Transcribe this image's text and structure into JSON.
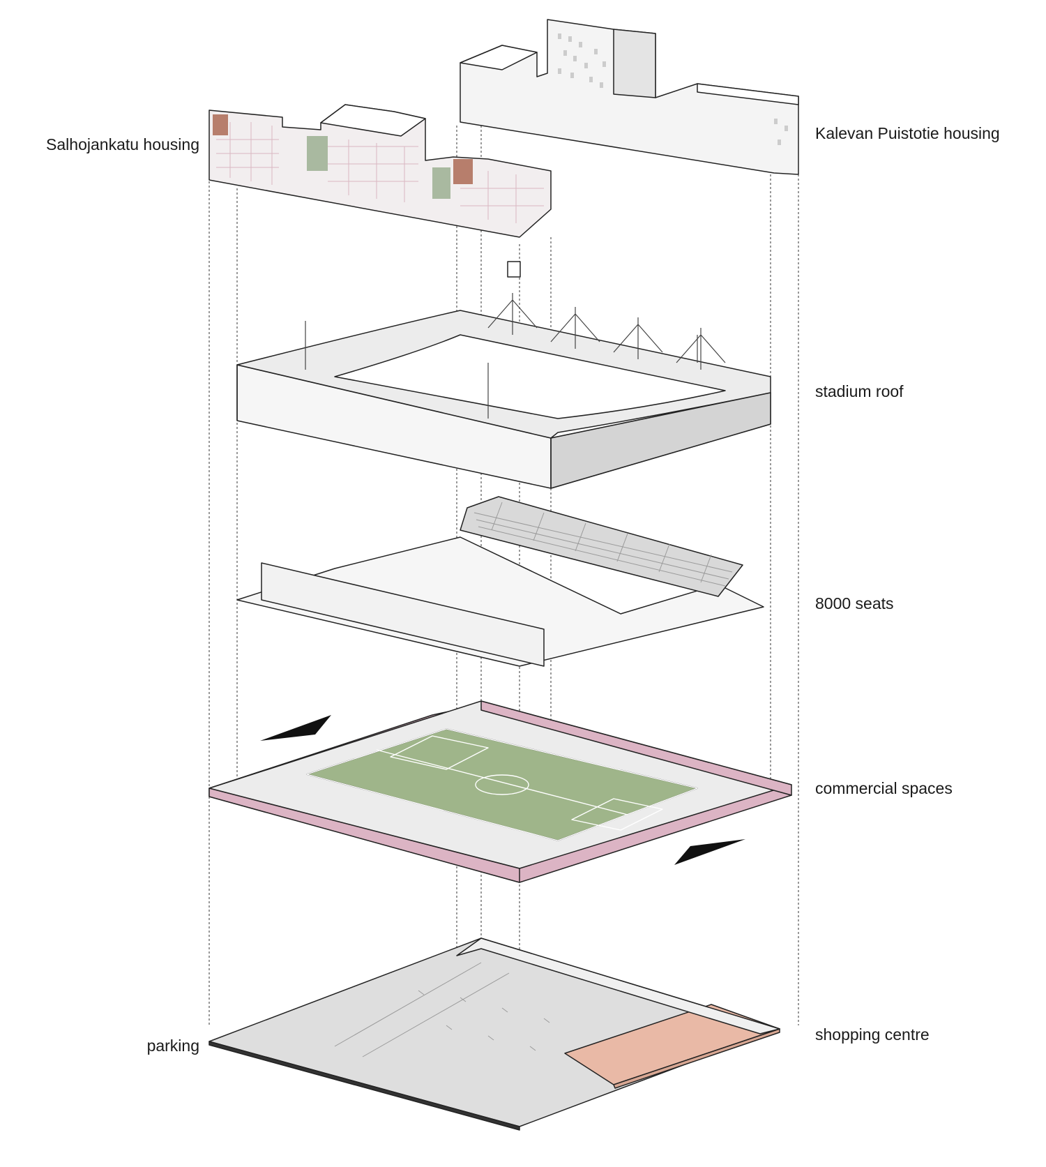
{
  "layers": [
    {
      "id": "salhojankatu",
      "label": "Salhojankatu housing",
      "side": "left"
    },
    {
      "id": "kalevan",
      "label": "Kalevan Puistotie housing",
      "side": "right"
    },
    {
      "id": "roof",
      "label": "stadium roof",
      "side": "right"
    },
    {
      "id": "seats",
      "label": "8000 seats",
      "side": "right"
    },
    {
      "id": "commercial",
      "label": "commercial spaces",
      "side": "right"
    },
    {
      "id": "shopping",
      "label": "shopping centre",
      "side": "right"
    },
    {
      "id": "parking",
      "label": "parking",
      "side": "left"
    }
  ],
  "colors": {
    "line": "#222222",
    "guide": "#333333",
    "building": "#f4f4f4",
    "shade": "#cfcfcf",
    "pitch": "#9fb58a",
    "pitch_dark": "#8aa277",
    "commercial": "#dcb4c4",
    "shopping": "#e9b9a6",
    "parking": "#d9d9d9",
    "arrow": "#111111"
  }
}
